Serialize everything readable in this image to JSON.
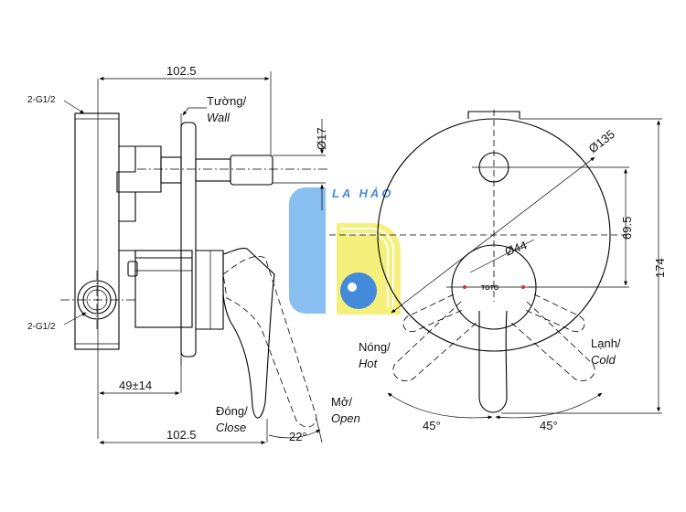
{
  "side_view": {
    "top_dim": "102.5",
    "bottom_dim": "102.5",
    "depth_dim": "49±14",
    "pipe_dim": "Ø17",
    "port_top": "2-G1/2",
    "port_bottom": "2-G1/2",
    "wall_vi": "Tường/",
    "wall_en": "Wall",
    "close_vi": "Đóng/",
    "close_en": "Close",
    "open_vi": "Mở/",
    "open_en": "Open",
    "angle": "22°"
  },
  "front_view": {
    "plate_dim": "Ø135",
    "handle_dim": "Ø44",
    "offset_dim": "69.5",
    "height_dim": "174",
    "hot_vi": "Nóng/",
    "hot_en": "Hot",
    "cold_vi": "Lạnh/",
    "cold_en": "Cold",
    "angle_left": "45°",
    "angle_right": "45°",
    "brand_mark": "TOTO"
  },
  "watermark": {
    "text": "LA HẢO",
    "colors": {
      "blue": "#6fb0ee",
      "yellow": "#f6f06a"
    }
  }
}
